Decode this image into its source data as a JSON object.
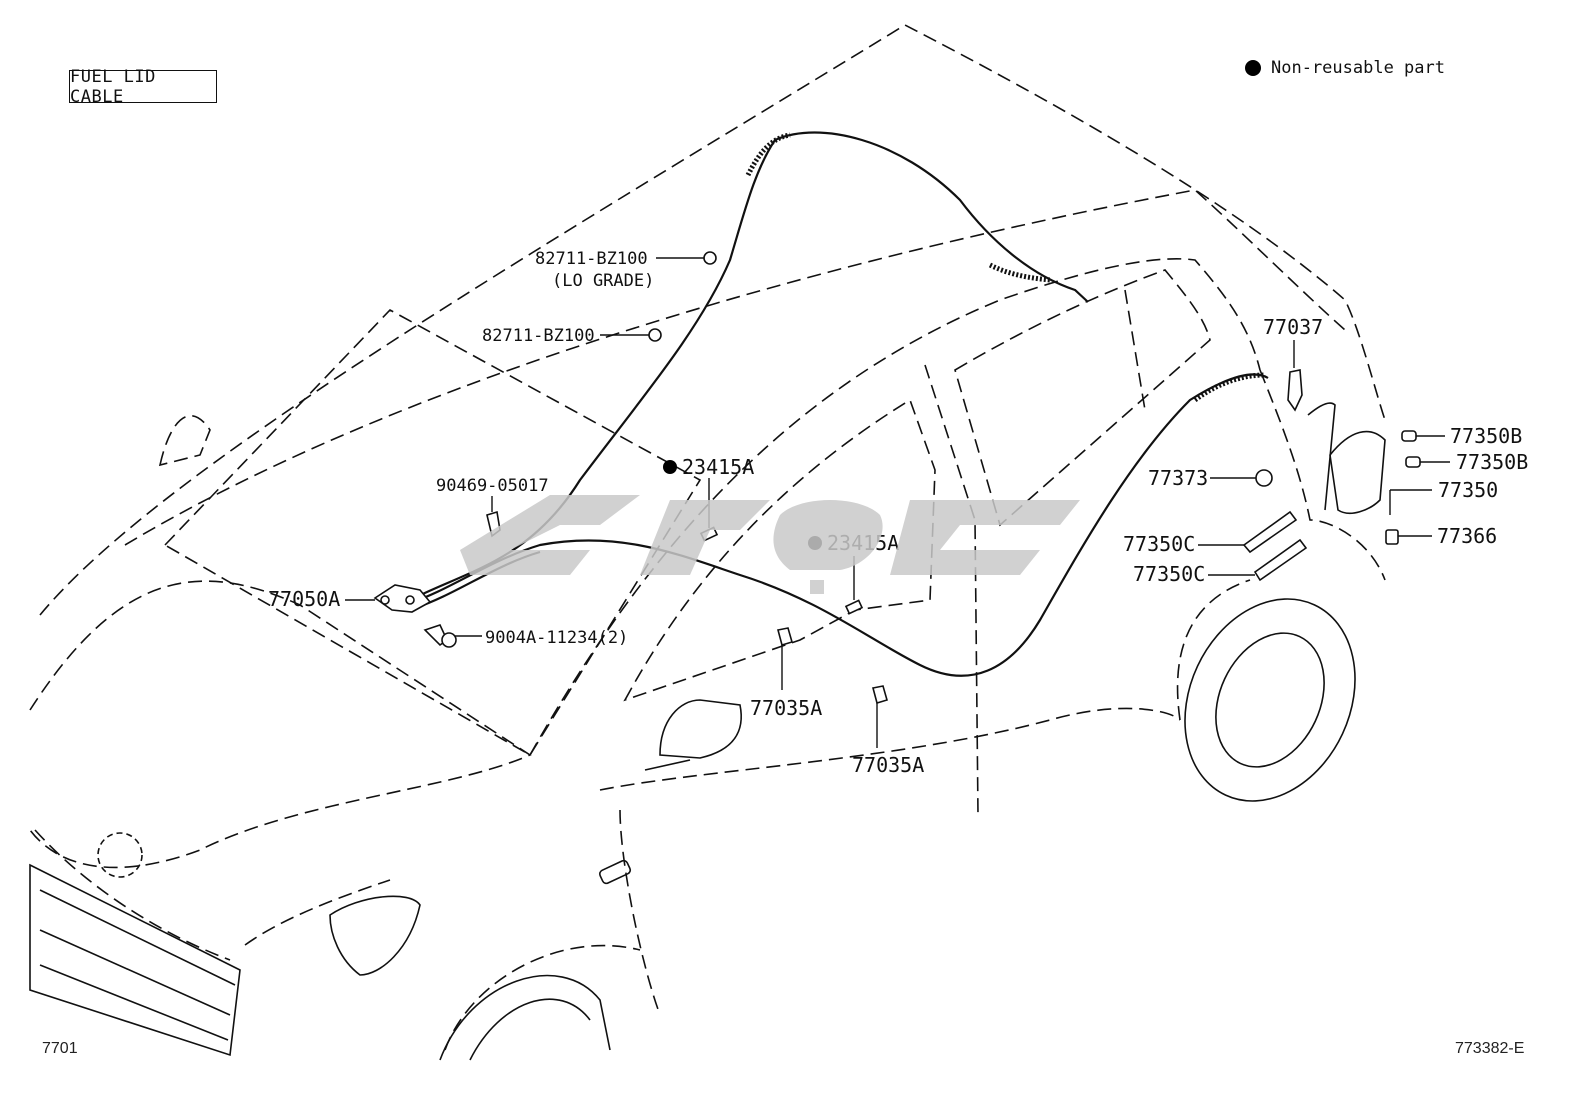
{
  "title": "FUEL LID CABLE",
  "legend": {
    "symbol": "dot",
    "text": "Non-reusable part"
  },
  "figure_id_left": "7701",
  "figure_id_right": "773382-E",
  "watermark_text": "",
  "callouts": {
    "c82711_lo": "82711-BZ100",
    "c82711_lo_note": "(LO GRADE)",
    "c82711": "82711-BZ100",
    "c90469": "90469-05017",
    "c77050a": "77050A",
    "c9004a": "9004A-11234(2)",
    "c23415a_1": "23415A",
    "c23415a_2": "23415A",
    "c77035a_1": "77035A",
    "c77035a_2": "77035A",
    "c77037": "77037",
    "c77373": "77373",
    "c77350c_1": "77350C",
    "c77350c_2": "77350C",
    "c77350b_1": "77350B",
    "c77350b_2": "77350B",
    "c77350": "77350",
    "c77366": "77366"
  },
  "colors": {
    "line": "#111111",
    "watermark": "#c9c9c9"
  }
}
